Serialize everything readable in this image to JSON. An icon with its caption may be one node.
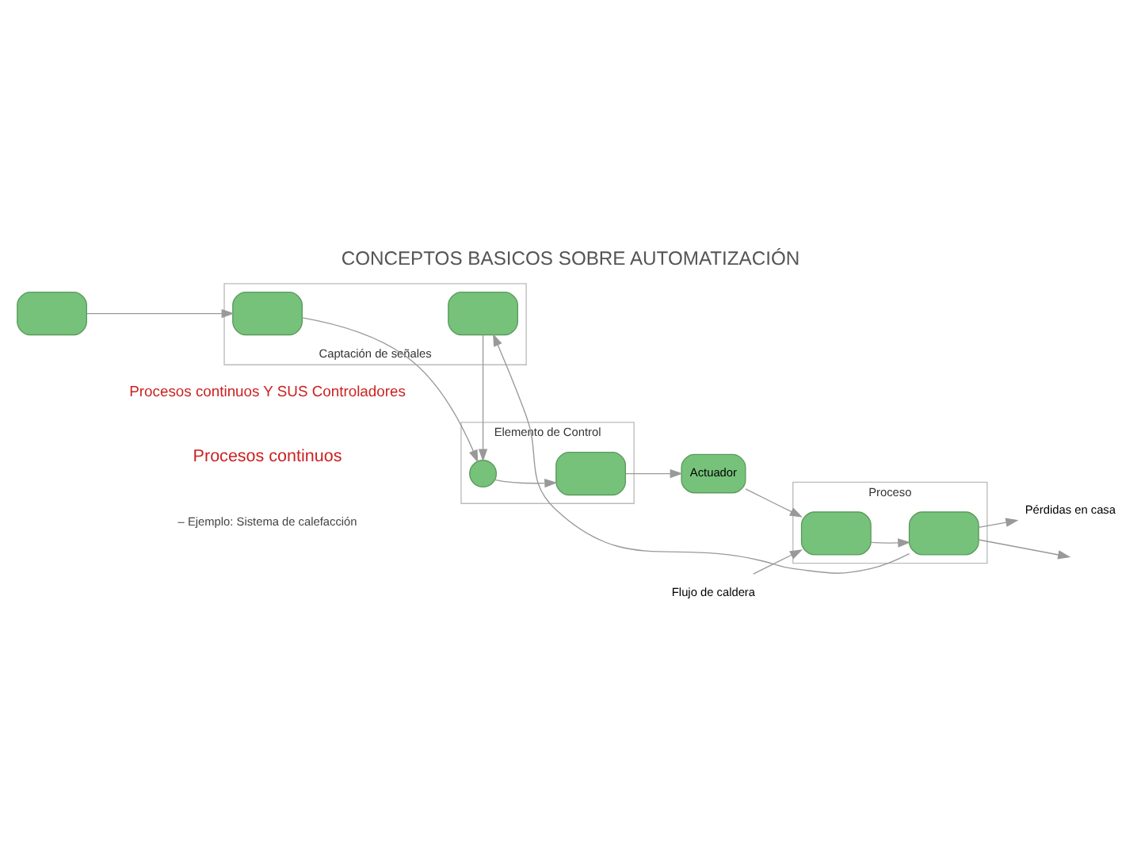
{
  "diagram": {
    "title": "CONCEPTOS BASICOS SOBRE AUTOMATIZACIÓN",
    "nodes": [
      {
        "text": [
          "Elemento de Control"
        ]
      },
      {
        "text": [],
        "shape": "circle",
        "in": 0
      },
      {
        "text": [],
        "shape": "box",
        "in": 0
      },
      {
        "text": [
          "Actuador"
        ]
      },
      {
        "text": [
          "Proceso"
        ]
      },
      {
        "text": [],
        "shape": "box",
        "in": 4
      },
      {
        "text": [],
        "shape": "box",
        "in": 4
      },
      {
        "text": [
          "Captación de señales"
        ]
      },
      {
        "text": [],
        "shape": "box",
        "in": 7
      },
      {
        "text": [],
        "shape": "box",
        "in": 7
      },
      {
        "text": [],
        "shape": "box"
      },
      {
        "text": [
          "Flujo de caldera"
        ]
      },
      {
        "text": [
          "Pérdidas en casa"
        ]
      }
    ],
    "edges": [
      {
        "from": 1,
        "to": 2,
        "arrow": "to"
      },
      {
        "from": 2,
        "to": 3,
        "arrow": "to"
      },
      {
        "from": 3,
        "to": 5,
        "arrow": "to"
      },
      {
        "from": 5,
        "to": 6,
        "arrow": "to"
      },
      {
        "from": 6,
        "to": null,
        "arrow": "to"
      },
      {
        "from": 6,
        "to": 9,
        "arrow": "to"
      },
      {
        "from": 9,
        "to": 1,
        "arrow": "to"
      },
      {
        "from": 10,
        "to": 8,
        "arrow": "to"
      },
      {
        "from": 8,
        "to": 1,
        "arrow": "to"
      },
      {
        "from": 11,
        "to": 5,
        "arrow": "to"
      },
      {
        "from": 6,
        "to": 12,
        "arrow": "to"
      }
    ],
    "labels": [
      "Procesos continuos Y SUS Controladores",
      "Procesos continuos",
      "– Ejemplo: Sistema de calefacción"
    ]
  }
}
